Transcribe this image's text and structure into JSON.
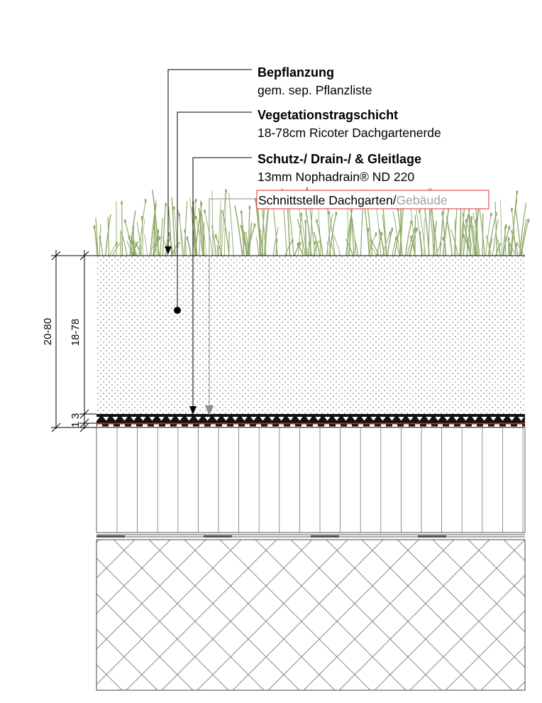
{
  "labels": [
    {
      "title": "Bepflanzung",
      "subtitle": "gem. sep. Pflanzliste"
    },
    {
      "title": "Vegetationstragschicht",
      "subtitle": "18-78cm Ricoter Dachgartenerde"
    },
    {
      "title": "Schutz-/ Drain-/ & Gleitlage",
      "subtitle": "13mm Nophadrain® ND 220"
    }
  ],
  "interface": {
    "part1": "Schnittstelle Dachgarten/",
    "part2": "Gebäude"
  },
  "dimensions": {
    "total": "20-80",
    "substrate": "18-78",
    "layer_a": "1",
    "layer_b": "3"
  },
  "colors": {
    "plant": "#8faa6a",
    "interface_box": "#e05050",
    "membrane_red": "#d21e1e",
    "arrow_gray": "#8c8c8c",
    "line": "#000000"
  }
}
